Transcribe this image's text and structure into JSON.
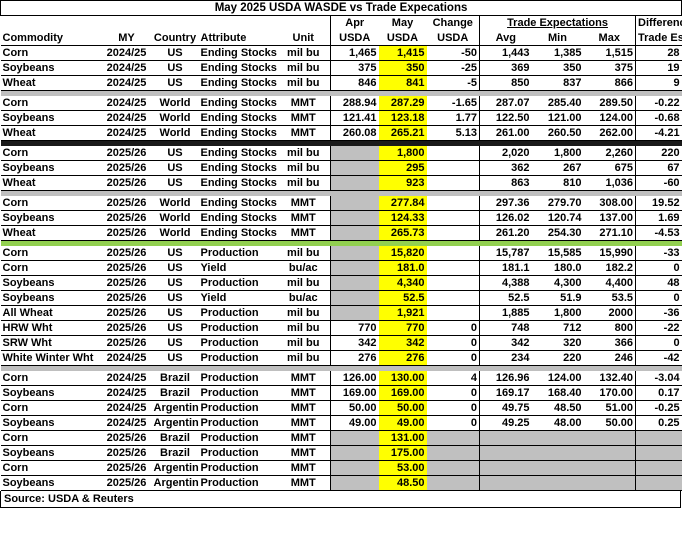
{
  "title": "May 2025 USDA WASDE vs Trade Expecations",
  "header_top": {
    "apr": "Apr",
    "may": "May",
    "change": "Change",
    "trade": "Trade Expectations",
    "difference": "Difference"
  },
  "header": [
    "Commodity",
    "MY",
    "Country",
    "Attribute",
    "Unit",
    "USDA",
    "USDA",
    "USDA",
    "Avg",
    "Min",
    "Max",
    "Trade Est"
  ],
  "groups": [
    {
      "sep": "gray",
      "rows": [
        [
          "Corn",
          "2024/25",
          "US",
          "Ending Stocks",
          "mil bu",
          "1,465",
          "1,415",
          "-50",
          "1,443",
          "1,385",
          "1,515",
          "28"
        ],
        [
          "Soybeans",
          "2024/25",
          "US",
          "Ending Stocks",
          "mil bu",
          "375",
          "350",
          "-25",
          "369",
          "350",
          "375",
          "19"
        ],
        [
          "Wheat",
          "2024/25",
          "US",
          "Ending Stocks",
          "mil bu",
          "846",
          "841",
          "-5",
          "850",
          "837",
          "866",
          "9"
        ]
      ]
    },
    {
      "sep": "black",
      "rows": [
        [
          "Corn",
          "2024/25",
          "World",
          "Ending Stocks",
          "MMT",
          "288.94",
          "287.29",
          "-1.65",
          "287.07",
          "285.40",
          "289.50",
          "-0.22"
        ],
        [
          "Soybeans",
          "2024/25",
          "World",
          "Ending Stocks",
          "MMT",
          "121.41",
          "123.18",
          "1.77",
          "122.50",
          "121.00",
          "124.00",
          "-0.68"
        ],
        [
          "Wheat",
          "2024/25",
          "World",
          "Ending Stocks",
          "MMT",
          "260.08",
          "265.21",
          "5.13",
          "261.00",
          "260.50",
          "262.00",
          "-4.21"
        ]
      ]
    },
    {
      "sep": "gray",
      "rows": [
        [
          "Corn",
          "2025/26",
          "US",
          "Ending Stocks",
          "mil bu",
          "",
          "1,800",
          "",
          "2,020",
          "1,800",
          "2,260",
          "220"
        ],
        [
          "Soybeans",
          "2025/26",
          "US",
          "Ending Stocks",
          "mil bu",
          "",
          "295",
          "",
          "362",
          "267",
          "675",
          "67"
        ],
        [
          "Wheat",
          "2025/26",
          "US",
          "Ending Stocks",
          "mil bu",
          "",
          "923",
          "",
          "863",
          "810",
          "1,036",
          "-60"
        ]
      ]
    },
    {
      "sep": "green",
      "rows": [
        [
          "Corn",
          "2025/26",
          "World",
          "Ending Stocks",
          "MMT",
          "",
          "277.84",
          "",
          "297.36",
          "279.70",
          "308.00",
          "19.52"
        ],
        [
          "Soybeans",
          "2025/26",
          "World",
          "Ending Stocks",
          "MMT",
          "",
          "124.33",
          "",
          "126.02",
          "120.74",
          "137.00",
          "1.69"
        ],
        [
          "Wheat",
          "2025/26",
          "World",
          "Ending Stocks",
          "MMT",
          "",
          "265.73",
          "",
          "261.20",
          "254.30",
          "271.10",
          "-4.53"
        ]
      ]
    },
    {
      "sep": "gray",
      "rows": [
        [
          "Corn",
          "2025/26",
          "US",
          "Production",
          "mil bu",
          "",
          "15,820",
          "",
          "15,787",
          "15,585",
          "15,990",
          "-33"
        ],
        [
          "Corn",
          "2025/26",
          "US",
          "Yield",
          "bu/ac",
          "",
          "181.0",
          "",
          "181.1",
          "180.0",
          "182.2",
          "0"
        ],
        [
          "Soybeans",
          "2025/26",
          "US",
          "Production",
          "mil bu",
          "",
          "4,340",
          "",
          "4,388",
          "4,300",
          "4,400",
          "48"
        ],
        [
          "Soybeans",
          "2025/26",
          "US",
          "Yield",
          "bu/ac",
          "",
          "52.5",
          "",
          "52.5",
          "51.9",
          "53.5",
          "0"
        ],
        [
          "All Wheat",
          "2025/26",
          "US",
          "Production",
          "mil bu",
          "",
          "1,921",
          "",
          "1,885",
          "1,800",
          "2000",
          "-36"
        ],
        [
          "HRW Wht",
          "2025/26",
          "US",
          "Production",
          "mil bu",
          "770",
          "770",
          "0",
          "748",
          "712",
          "800",
          "-22"
        ],
        [
          "SRW Wht",
          "2025/26",
          "US",
          "Production",
          "mil bu",
          "342",
          "342",
          "0",
          "342",
          "320",
          "366",
          "0"
        ],
        [
          "White Winter Wht",
          "2024/25",
          "US",
          "Production",
          "mil bu",
          "276",
          "276",
          "0",
          "234",
          "220",
          "246",
          "-42"
        ]
      ]
    },
    {
      "sep": "none",
      "rows": [
        [
          "Corn",
          "2024/25",
          "Brazil",
          "Production",
          "MMT",
          "126.00",
          "130.00",
          "4",
          "126.96",
          "124.00",
          "132.40",
          "-3.04"
        ],
        [
          "Soybeans",
          "2024/25",
          "Brazil",
          "Production",
          "MMT",
          "169.00",
          "169.00",
          "0",
          "169.17",
          "168.40",
          "170.00",
          "0.17"
        ],
        [
          "Corn",
          "2024/25",
          "Argentina",
          "Production",
          "MMT",
          "50.00",
          "50.00",
          "0",
          "49.75",
          "48.50",
          "51.00",
          "-0.25"
        ],
        [
          "Soybeans",
          "2024/25",
          "Argentina",
          "Production",
          "MMT",
          "49.00",
          "49.00",
          "0",
          "49.25",
          "48.00",
          "50.00",
          "0.25"
        ]
      ]
    },
    {
      "sep": "none",
      "rows": [
        [
          "Corn",
          "2025/26",
          "Brazil",
          "Production",
          "MMT",
          "",
          "131.00",
          "",
          "",
          "",
          "",
          ""
        ],
        [
          "Soybeans",
          "2025/26",
          "Brazil",
          "Production",
          "MMT",
          "",
          "175.00",
          "",
          "",
          "",
          "",
          ""
        ],
        [
          "Corn",
          "2025/26",
          "Argentina",
          "Production",
          "MMT",
          "",
          "53.00",
          "",
          "",
          "",
          "",
          ""
        ],
        [
          "Soybeans",
          "2025/26",
          "Argentina",
          "Production",
          "MMT",
          "",
          "48.50",
          "",
          "",
          "",
          "",
          ""
        ]
      ]
    }
  ],
  "footer": "Source: USDA & Reuters",
  "colors": {
    "highlight": "#ffff00",
    "gray": "#c0c0c0",
    "green_separator": "#92d050",
    "black_separator": "#1a1a1a"
  }
}
